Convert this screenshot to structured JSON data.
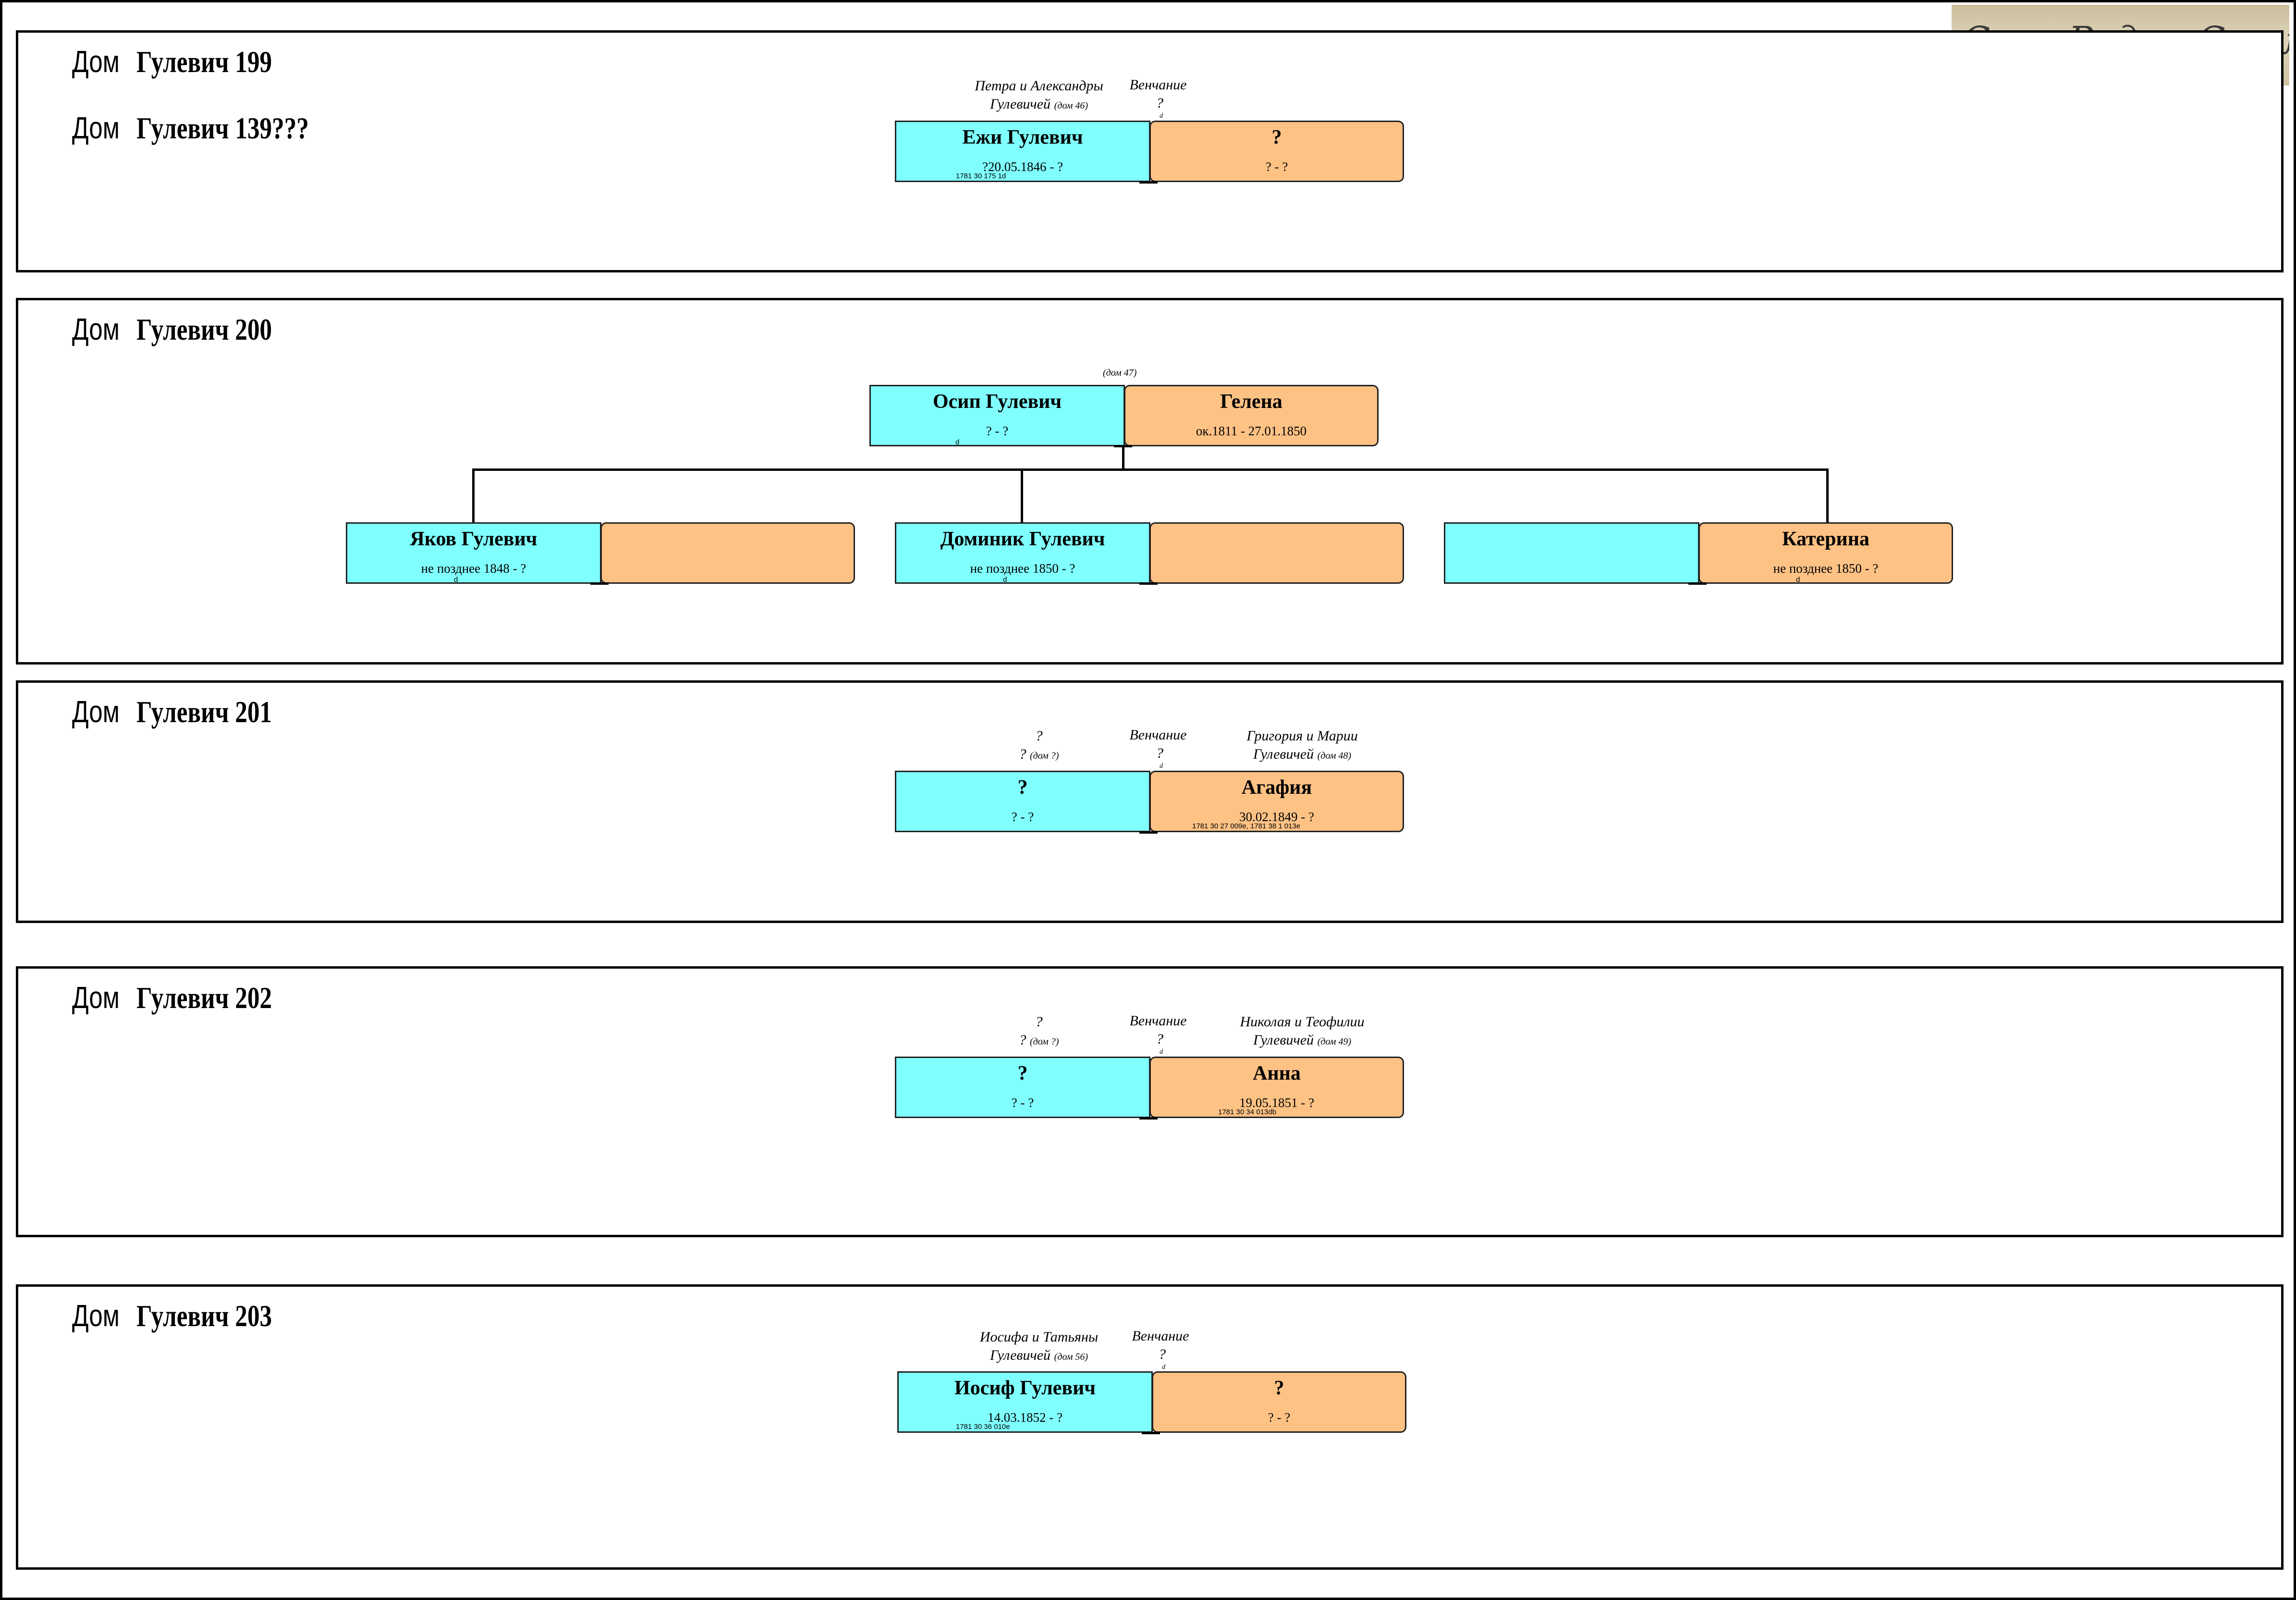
{
  "stamp": {
    "text": "Село Рудня Стамбурика"
  },
  "houses": [
    {
      "id": "199",
      "titles": [
        {
          "prefix": "Дом",
          "name": "Гулевич 199"
        },
        {
          "prefix": "Дом",
          "name": "Гулевич 139???"
        }
      ],
      "husband": {
        "name": "Ежи Гулевич",
        "dates": "?20.05.1846 - ?",
        "ref": "1781 30 175 1d"
      },
      "wife": {
        "name": "?",
        "dates": "? - ?"
      },
      "husband_parents": {
        "line1": "Петра и Александры",
        "line2": "Гулевичей",
        "house": "(дом 46)"
      },
      "marriage": {
        "label": "Венчание",
        "value": "?",
        "mark": "d"
      }
    },
    {
      "id": "200",
      "titles": [
        {
          "prefix": "Дом",
          "name": "Гулевич 200"
        }
      ],
      "husband": {
        "name": "Осип Гулевич",
        "dates": "? - ?",
        "mark": "d"
      },
      "wife": {
        "name": "Гелена",
        "dates": "ок.1811 - 27.01.1850"
      },
      "note": "(дом 47)",
      "children": [
        {
          "husband": {
            "name": "Яков Гулевич",
            "dates": "не позднее 1848 - ?",
            "mark": "d"
          },
          "wife": {
            "name": "",
            "dates": ""
          }
        },
        {
          "husband": {
            "name": "Доминик Гулевич",
            "dates": "не позднее 1850 - ?",
            "mark": "d"
          },
          "wife": {
            "name": "",
            "dates": ""
          }
        },
        {
          "husband": {
            "name": "",
            "dates": ""
          },
          "wife": {
            "name": "Катерина",
            "dates": "не позднее 1850 - ?",
            "mark": "d"
          }
        }
      ]
    },
    {
      "id": "201",
      "titles": [
        {
          "prefix": "Дом",
          "name": "Гулевич 201"
        }
      ],
      "husband": {
        "name": "?",
        "dates": "? - ?"
      },
      "wife": {
        "name": "Агафия",
        "dates": "30.02.1849 - ?",
        "ref": "1781 30 27 009e, 1781 38 1 013e"
      },
      "husband_parents": {
        "line1": "?",
        "line2": "?",
        "house": "(дом ?)"
      },
      "wife_parents": {
        "line1": "Григория и Марии",
        "line2": "Гулевичей",
        "house": "(дом 48)"
      },
      "marriage": {
        "label": "Венчание",
        "value": "?",
        "mark": "d"
      }
    },
    {
      "id": "202",
      "titles": [
        {
          "prefix": "Дом",
          "name": "Гулевич 202"
        }
      ],
      "husband": {
        "name": "?",
        "dates": "? - ?"
      },
      "wife": {
        "name": "Анна",
        "dates": "19.05.1851 - ?",
        "ref": "1781 30 34 013db"
      },
      "husband_parents": {
        "line1": "?",
        "line2": "?",
        "house": "(дом ?)"
      },
      "wife_parents": {
        "line1": "Николая и Теофилии",
        "line2": "Гулевичей",
        "house": "(дом 49)"
      },
      "marriage": {
        "label": "Венчание",
        "value": "?",
        "mark": "d"
      }
    },
    {
      "id": "203",
      "titles": [
        {
          "prefix": "Дом",
          "name": "Гулевич 203"
        }
      ],
      "husband": {
        "name": "Иосиф Гулевич",
        "dates": "14.03.1852 - ?",
        "ref": "1781 30 36 010e"
      },
      "wife": {
        "name": "?",
        "dates": "? - ?"
      },
      "husband_parents": {
        "line1": "Иосифа и Татьяны",
        "line2": "Гулевичей",
        "house": "(дом 56)"
      },
      "marriage": {
        "label": "Венчание",
        "value": "?",
        "mark": "d"
      }
    }
  ]
}
